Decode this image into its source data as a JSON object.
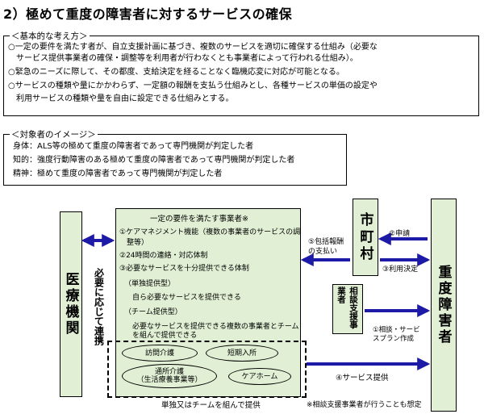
{
  "title": "2）極めて重度の障害者に対するサービスの確保",
  "basic": {
    "header": "＜基本的な考え方＞",
    "lines": [
      "○一定の要件を満たす者が、自立支援計画に基づき、複数のサービスを適切に確保する仕組み（必要な",
      "　サービス提供事業者の確保・調整等を利用者が行わなくとも事業者によって行われる仕組み）。",
      "○緊急のニーズに際して、その都度、支給決定を経ることなく臨機応変に対応が可能となる。",
      "○サービスの種類や量にかかわらず、一定額の報酬を支払う仕組みとし、各種サービスの単価の設定や",
      "　利用サービスの種類や量を自由に設定できる仕組みとする。"
    ]
  },
  "target": {
    "header": "＜対象者のイメージ＞",
    "lines": [
      "身体：ALS等の極めて重度の障害者であって専門機関が判定した者",
      "知的：強度行動障害のある極めて重度の障害者であって専門機関が判定した者",
      "精神：極めて重度の障害者であって専門機関が判定した者"
    ]
  },
  "diagram": {
    "medical": "医療機関",
    "renkei": "必要に応じて連携",
    "provider_title": "一定の要件を満たす事業者※",
    "provider_items": [
      "①ケアマネジメント機能（複数の事業者のサービスの調",
      "　整等）",
      "②24時間の連絡・対応体制",
      "③必要なサービスを十分提供できる体制",
      "（単独提供型）",
      "自ら必要なサービスを提供できる",
      "（チーム提供型）",
      "必要なサービスを提供できる複数の事業者とチーム",
      "を組んで提供できる"
    ],
    "services": [
      "訪問介護",
      "短期入所",
      "通所介護\n（生活療養事業等）",
      "ケアホーム"
    ],
    "team_caption": "単独又はチームを組んで提供",
    "municipality": "市町村",
    "person": "重度障害者",
    "consult": "相談支援事業者",
    "arrows": {
      "application": "②申請",
      "decision": "③利用決定",
      "payment": "⑤包括報酬\nの支払い",
      "plan": "①相談・サービ\nスプラン作成",
      "service": "④サービス提供"
    },
    "note": "※相談支援事業者が行うことも想定"
  },
  "colors": {
    "green": "#e1f0d5",
    "arrow": "#1c1aa6"
  }
}
